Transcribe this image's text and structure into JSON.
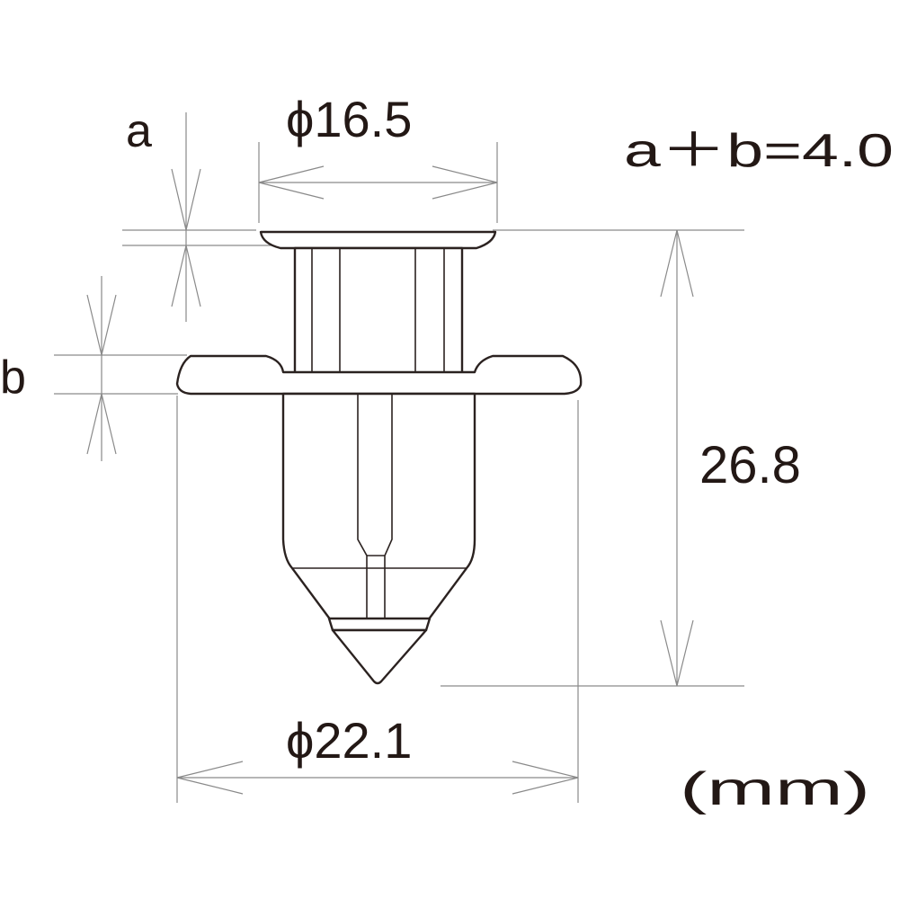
{
  "labels": {
    "a": "a",
    "b": "b",
    "formula": "a＋b=4.0",
    "head_diameter": "ϕ16.5",
    "flange_diameter": "ϕ22.1",
    "height": "26.8",
    "unit": "(mm)"
  },
  "colors": {
    "outline": "#2b2220",
    "dimension_line": "#8a8a8a",
    "text": "#231815",
    "background": "#ffffff"
  }
}
